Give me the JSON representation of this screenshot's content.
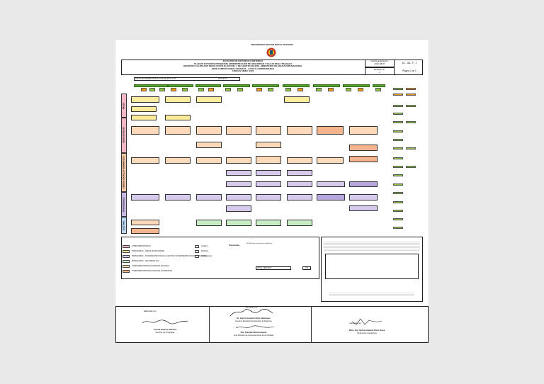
{
  "header": {
    "university": "UNIVERSIDAD MILITAR NUEVA GRANADA",
    "title_lines": [
      "FACULTAD DE ESTUDIOS A DISTANCIA",
      "PLAN DE ESTUDIOS PROGRAMA ADMINISTRACIÓN DE SEGURIDAD Y SALUD EN EL TRABAJO",
      "REGISTRO CALIFICADO RESOLUCIÓN No.000 DEL 1 DE AGOSTO DE 2016 - MINISTERIO DE EDUCACIÓN NACIONAL",
      "SEDE CAMPUS NUEVA GRANADA - CAJICÁ CUNDINAMARCA",
      "CÓDIGO SNIES: 0000"
    ],
    "fecha_label": "Fecha de Emisión:",
    "fecha_value": "2016-08-07",
    "codigo": "AC - GA - F - 1",
    "revision_label": "Revisión N°:",
    "revision_value": "2",
    "pagina": "Página 1 de 1",
    "fechas_strip_label": "FECHA DE PRIMERA PUBLICACIÓN DE ESTE PLAN",
    "fechas_strip_value": "2016-08-07"
  },
  "bands": [
    {
      "label": "BÁSICA",
      "color": "#f3b6c6"
    },
    {
      "label": "CIENCIAS BÁSICAS",
      "color": "#f3b6c6"
    },
    {
      "label": "CIENCIAS SOCIALES Y HUMANÍSTICAS",
      "color": "#f3b6c6"
    },
    {
      "label": "PROFESIONALES",
      "color": "#c9b9e6"
    },
    {
      "label": "ELECTIVAS",
      "color": "#b9d9f2"
    }
  ],
  "legend": {
    "items": [
      "COMPONENTE BÁSICO",
      "PROFESIONAL - ÁREAS DISCIPLINARES",
      "PROFESIONAL - FUNDAMENTACIÓN EN LA GESTIÓN Y FUNDAMENTACIÓN EN PRODUCCIÓN",
      "PROFESIONAL - SEGURIDAD VIAL",
      "COMPLEMENTARIOS EN CIENCIAS SOCIALES",
      "COMPLEMENTARIOS EN CIENCIAS ECONÓMICAS"
    ],
    "mid_items": [
      "Créditos",
      "Prácticas",
      "Código, grupo"
    ],
    "prerequisito": "Prerequisito",
    "nota": "NOTA: Primer semestre y verificación",
    "total_label": "TOTAL CRÉDITOS",
    "total_value": "154"
  },
  "signatures": {
    "elaborado_label": "Elaborado por:",
    "elaborado_name": "Lorena Tavares Sánchez",
    "elaborado_role": "Director de Programa",
    "revisado_label": "Revisado por:",
    "revisado_name": "Dr. Carlos Eduardo Bello Velásquez",
    "revisado_role": "Decano Facultad de Estudios a Distancia",
    "revisado2_name": "Dra. Claudia Patricia Duarte",
    "revisado2_role": "Jefe División de Aseguramiento de la Calidad",
    "aprobado_label": "Aprobado por:",
    "aprobado_name": "M.Sc. Ing. Carlos Eduardo Pérez Sosa",
    "aprobado_role": "Vicerrector Académico"
  }
}
